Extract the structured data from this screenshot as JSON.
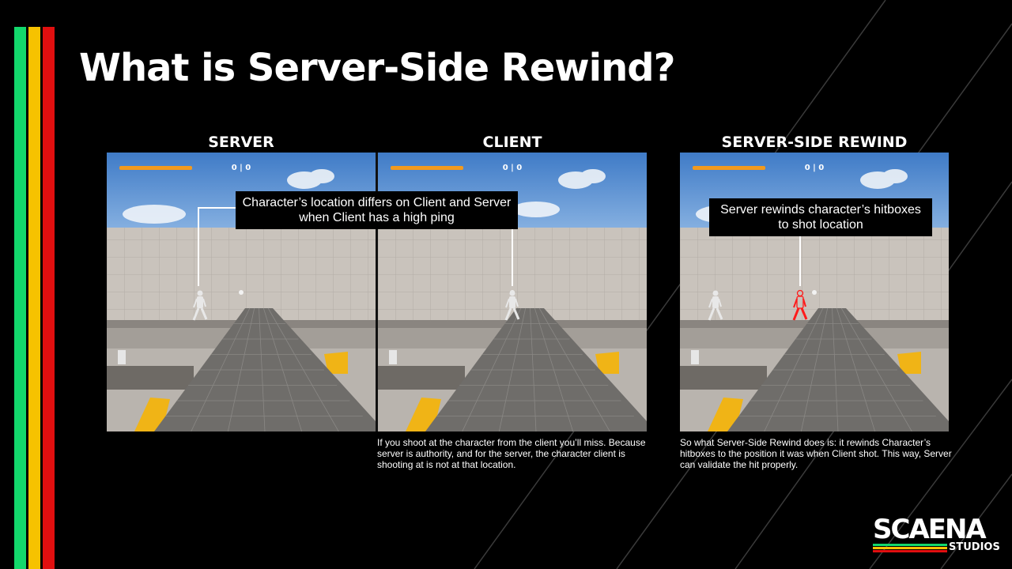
{
  "colors": {
    "stripe_green": "#13d86c",
    "stripe_yellow": "#f6c200",
    "stripe_red": "#e10f0f",
    "background": "#000000",
    "hitbox_red": "#ff1a1a",
    "hud_orange": "#f29a1e"
  },
  "title": "What is Server-Side Rewind?",
  "panels": [
    {
      "label": "SERVER",
      "hud_score": "0 | 0"
    },
    {
      "label": "CLIENT",
      "hud_score": "0 | 0"
    },
    {
      "label": "SERVER-SIDE REWIND",
      "hud_score": "0 | 0"
    }
  ],
  "callouts": {
    "ping": "Character’s location differs on Client and Server when Client has a high ping",
    "rewind": "Server rewinds character’s hitboxes to shot location"
  },
  "captions": {
    "client": "If you shoot at the character from the client you’ll miss. Because server is authority, and for the server, the character client is shooting at is not at that location.",
    "rewind": "So what Server-Side Rewind does is: it rewinds Character’s hitboxes to the position it was when Client shot. This way, Server can validate the hit properly."
  },
  "logo": {
    "word": "SCAENA",
    "sub": "STUDIOS"
  }
}
